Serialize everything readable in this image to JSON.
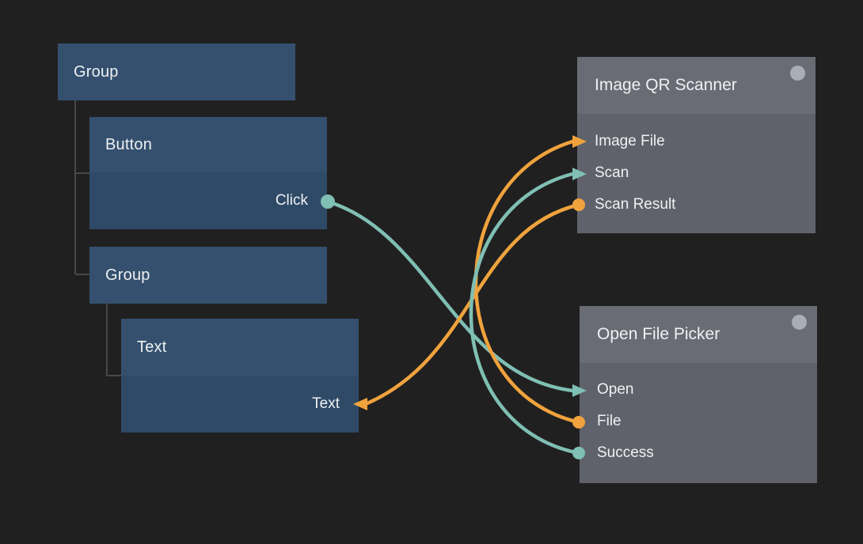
{
  "canvas": {
    "background": "#212020"
  },
  "palette": {
    "flow_teal": "#7FBFB4",
    "data_orange": "#F0A33D",
    "tree_box_header": "#34506E",
    "tree_box_port_area": "#2F4A67",
    "node_header": "#6A6C75",
    "node_body": "#60626B",
    "status_dot": "#A9ADB4",
    "tree_connector_line": "#47484B",
    "text": "#EFF1F3"
  },
  "tree": {
    "root": {
      "label": "Group"
    },
    "button": {
      "label": "Button",
      "port": {
        "label": "Click",
        "direction": "output",
        "shape": "circle",
        "color": "#7FBFB4"
      }
    },
    "subgroup": {
      "label": "Group"
    },
    "text": {
      "label": "Text",
      "port": {
        "label": "Text",
        "direction": "input",
        "shape": "arrow",
        "color": "#F0A33D"
      }
    }
  },
  "nodes": [
    {
      "title": "Image QR Scanner",
      "status_icon": "circle",
      "ports": [
        {
          "label": "Image File",
          "direction": "input",
          "shape": "arrow",
          "color": "#F0A33D"
        },
        {
          "label": "Scan",
          "direction": "input",
          "shape": "arrow",
          "color": "#7FBFB4"
        },
        {
          "label": "Scan Result",
          "direction": "output",
          "shape": "circle",
          "color": "#F0A33D"
        }
      ]
    },
    {
      "title": "Open File Picker",
      "status_icon": "circle",
      "ports": [
        {
          "label": "Open",
          "direction": "input",
          "shape": "arrow",
          "color": "#7FBFB4"
        },
        {
          "label": "File",
          "direction": "output",
          "shape": "circle",
          "color": "#F0A33D"
        },
        {
          "label": "Success",
          "direction": "output",
          "shape": "circle",
          "color": "#7FBFB4"
        }
      ]
    }
  ],
  "connections": [
    {
      "from": "Button.Click",
      "to": "Open File Picker.Open",
      "color": "#7FBFB4"
    },
    {
      "from": "Open File Picker.File",
      "to": "Image QR Scanner.Image File",
      "color": "#F0A33D"
    },
    {
      "from": "Open File Picker.Success",
      "to": "Image QR Scanner.Scan",
      "color": "#7FBFB4"
    },
    {
      "from": "Image QR Scanner.Scan Result",
      "to": "Text.Text",
      "color": "#F0A33D"
    }
  ]
}
